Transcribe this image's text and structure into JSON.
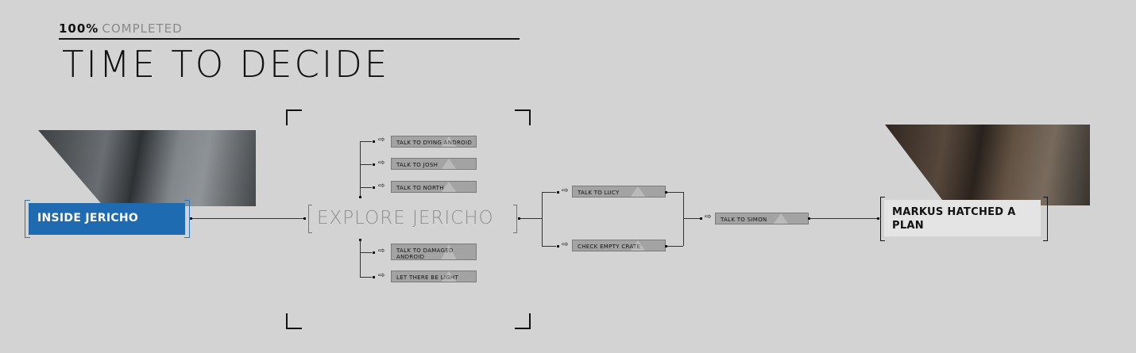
{
  "header": {
    "progress_percent": "100%",
    "progress_label": "COMPLETED",
    "chapter_title": "TIME TO DECIDE"
  },
  "flowchart": {
    "start_node": "INSIDE JERICHO",
    "hub": "EXPLORE JERICHO",
    "hub_branches_top": [
      "TALK TO DYING ANDROID",
      "TALK TO JOSH",
      "TALK TO NORTH"
    ],
    "hub_branches_bottom": [
      "TALK TO DAMAGED ANDROID",
      "LET THERE BE LIGHT"
    ],
    "split_nodes": [
      "TALK TO LUCY",
      "CHECK EMPTY CRATE"
    ],
    "merge_node": "TALK TO SIMON",
    "end_node": "MARKUS HATCHED A PLAN"
  },
  "colors": {
    "background": "#d3d3d3",
    "start_node": "#1e6bb2",
    "node_fill": "#a3a3a3",
    "end_node": "#e4e4e4"
  }
}
